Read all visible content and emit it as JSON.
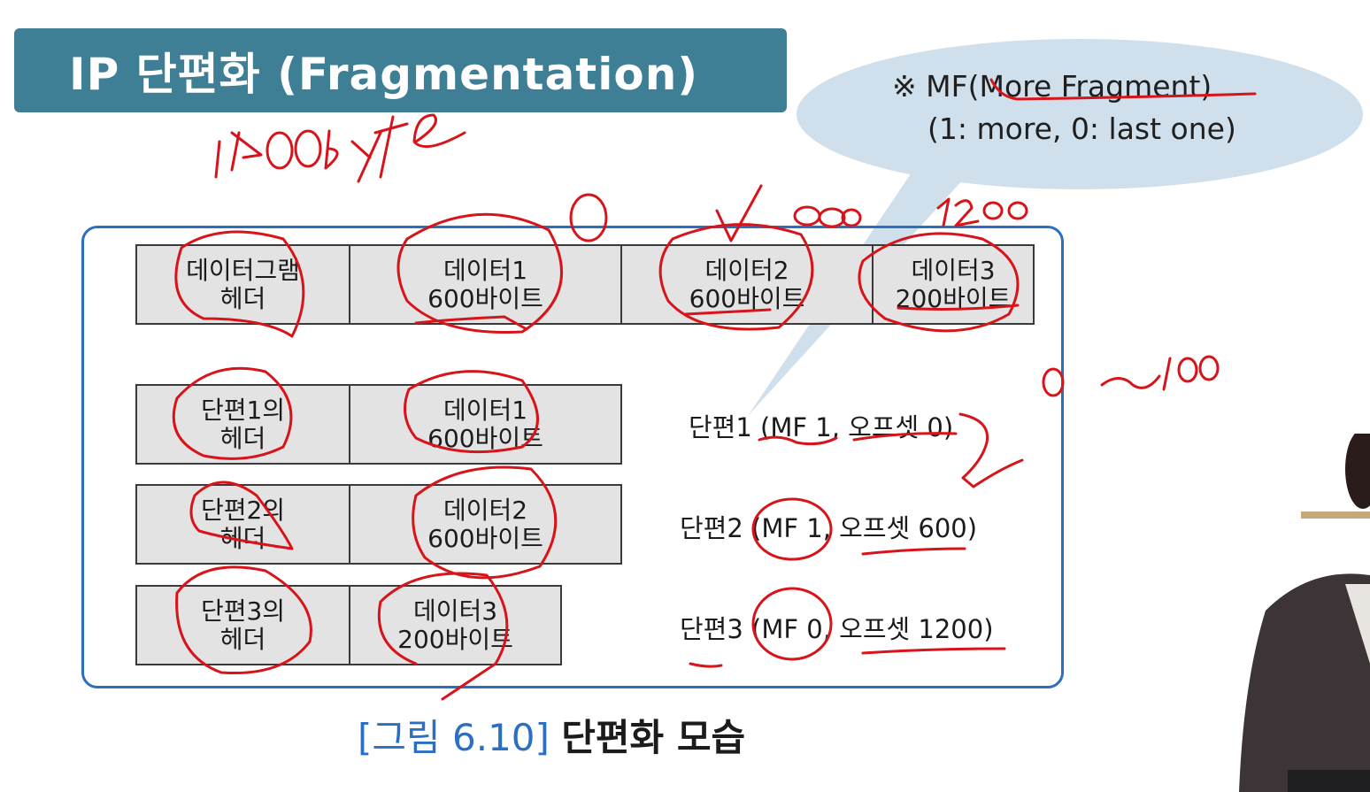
{
  "title": "IP 단편화 (Fragmentation)",
  "note": {
    "line1": "※ MF(More Fragment)",
    "line2": "(1: more, 0: last one)"
  },
  "original": {
    "header": [
      "데이터그램",
      "헤더"
    ],
    "data1": [
      "데이터1",
      "600바이트"
    ],
    "data2": [
      "데이터2",
      "600바이트"
    ],
    "data3": [
      "데이터3",
      "200바이트"
    ]
  },
  "fragments": [
    {
      "header": [
        "단편1의",
        "헤더"
      ],
      "data": [
        "데이터1",
        "600바이트"
      ],
      "label": "단편1 (MF 1, 오프셋 0)"
    },
    {
      "header": [
        "단편2의",
        "헤더"
      ],
      "data": [
        "데이터2",
        "600바이트"
      ],
      "label": "단편2 (MF 1, 오프셋 600)"
    },
    {
      "header": [
        "단편3의",
        "헤더"
      ],
      "data": [
        "데이터3",
        "200바이트"
      ],
      "label": "단편3 (MF 0, 오프셋 1200)"
    }
  ],
  "caption": {
    "fig": "[그림 6.10]",
    "text": "단편화 모습"
  },
  "colors": {
    "title_bar": "#3f7f96",
    "frame_border": "#2c6fbf",
    "annotation_ink": "#d8141b",
    "caption_fig": "#2a6fc4"
  }
}
